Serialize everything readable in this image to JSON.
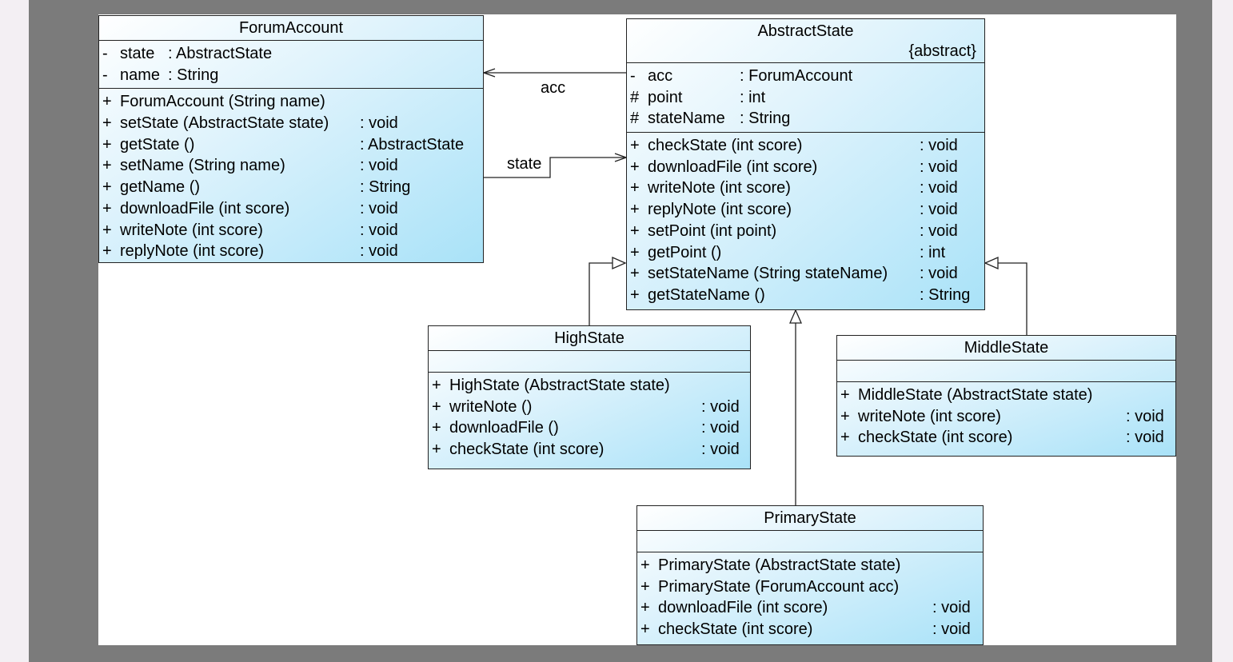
{
  "classes": {
    "forum_account": {
      "name": "ForumAccount",
      "attributes": [
        {
          "vis": "-",
          "name": "state",
          "type": ": AbstractState"
        },
        {
          "vis": "-",
          "name": "name",
          "type": ": String"
        }
      ],
      "operations": [
        {
          "vis": "+",
          "name": "ForumAccount (String name)",
          "type": ""
        },
        {
          "vis": "+",
          "name": "setState (AbstractState state)",
          "type": ": void"
        },
        {
          "vis": "+",
          "name": "getState ()",
          "type": ": AbstractState"
        },
        {
          "vis": "+",
          "name": "setName (String name)",
          "type": ": void"
        },
        {
          "vis": "+",
          "name": "getName ()",
          "type": ": String"
        },
        {
          "vis": "+",
          "name": "downloadFile (int score)",
          "type": ": void"
        },
        {
          "vis": "+",
          "name": "writeNote (int score)",
          "type": ": void"
        },
        {
          "vis": "+",
          "name": "replyNote (int score)",
          "type": ": void"
        }
      ]
    },
    "abstract_state": {
      "name": "AbstractState",
      "stereotype": "{abstract}",
      "attributes": [
        {
          "vis": "-",
          "name": "acc",
          "type": ": ForumAccount"
        },
        {
          "vis": "#",
          "name": "point",
          "type": ": int"
        },
        {
          "vis": "#",
          "name": "stateName",
          "type": ": String"
        }
      ],
      "operations": [
        {
          "vis": "+",
          "name": "checkState (int score)",
          "type": ": void"
        },
        {
          "vis": "+",
          "name": "downloadFile (int score)",
          "type": ": void"
        },
        {
          "vis": "+",
          "name": "writeNote (int score)",
          "type": ": void"
        },
        {
          "vis": "+",
          "name": "replyNote (int score)",
          "type": ": void"
        },
        {
          "vis": "+",
          "name": "setPoint (int point)",
          "type": ": void"
        },
        {
          "vis": "+",
          "name": "getPoint ()",
          "type": ": int"
        },
        {
          "vis": "+",
          "name": "setStateName (String stateName)",
          "type": ": void"
        },
        {
          "vis": "+",
          "name": "getStateName ()",
          "type": ": String"
        }
      ]
    },
    "high_state": {
      "name": "HighState",
      "attributes": [],
      "operations": [
        {
          "vis": "+",
          "name": "HighState (AbstractState state)",
          "type": ""
        },
        {
          "vis": "+",
          "name": "writeNote ()",
          "type": ": void"
        },
        {
          "vis": "+",
          "name": "downloadFile ()",
          "type": ": void"
        },
        {
          "vis": "+",
          "name": "checkState (int score)",
          "type": ": void"
        }
      ]
    },
    "middle_state": {
      "name": "MiddleState",
      "attributes": [],
      "operations": [
        {
          "vis": "+",
          "name": "MiddleState (AbstractState state)",
          "type": ""
        },
        {
          "vis": "+",
          "name": "writeNote (int score)",
          "type": ": void"
        },
        {
          "vis": "+",
          "name": "checkState (int score)",
          "type": ": void"
        }
      ]
    },
    "primary_state": {
      "name": "PrimaryState",
      "attributes": [],
      "operations": [
        {
          "vis": "+",
          "name": "PrimaryState (AbstractState state)",
          "type": ""
        },
        {
          "vis": "+",
          "name": "PrimaryState (ForumAccount acc)",
          "type": ""
        },
        {
          "vis": "+",
          "name": "downloadFile (int score)",
          "type": ": void"
        },
        {
          "vis": "+",
          "name": "checkState (int score)",
          "type": ": void"
        }
      ]
    }
  },
  "associations": {
    "acc_label": "acc",
    "state_label": "state"
  }
}
